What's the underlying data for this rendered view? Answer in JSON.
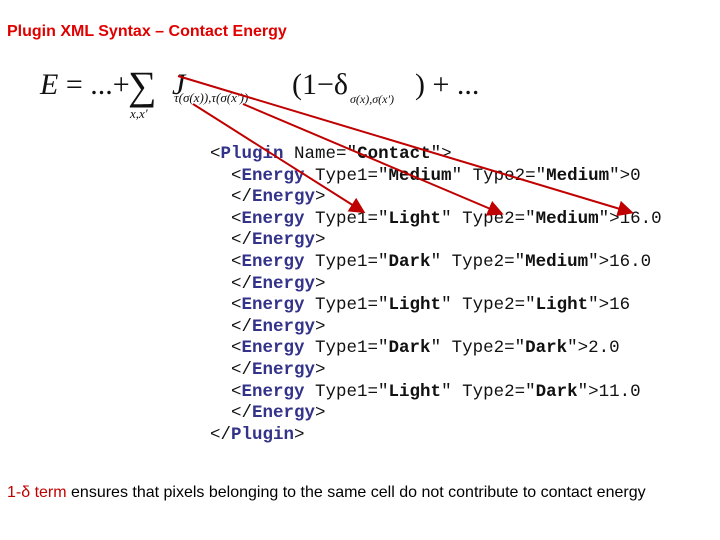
{
  "title": "Plugin XML Syntax – Contact Energy",
  "equation": {
    "lhs": "E = ...+",
    "sum": "∑",
    "sum_sub": "x,x'",
    "J": "J",
    "J_sub": "τ(σ(x)),τ(σ(x'))",
    "term": "(1−δ",
    "delta_sub": "σ(x),σ(x')",
    "rest": ") + ..."
  },
  "code": {
    "plugin_open": {
      "tag": "Plugin",
      "attr": "Name=",
      "value": "Contact"
    },
    "energies": [
      {
        "t1": "Medium",
        "t2": "Medium",
        "v": "0"
      },
      {
        "t1": "Light",
        "t2": "Medium",
        "v": "16.0"
      },
      {
        "t1": "Dark",
        "t2": "Medium",
        "v": "16.0"
      },
      {
        "t1": "Light",
        "t2": "Light",
        "v": "16"
      },
      {
        "t1": "Dark",
        "t2": "Dark",
        "v": "2.0"
      },
      {
        "t1": "Light",
        "t2": "Dark",
        "v": "11.0"
      }
    ],
    "energy_tag": "Energy",
    "plugin_close": "Plugin"
  },
  "note": {
    "highlight": "1-δ term",
    "rest": " ensures that pixels belonging to the same cell do not contribute to contact energy"
  },
  "colors": {
    "title": "#e00000",
    "tag": "#33338a",
    "arrow": "#c00000"
  }
}
